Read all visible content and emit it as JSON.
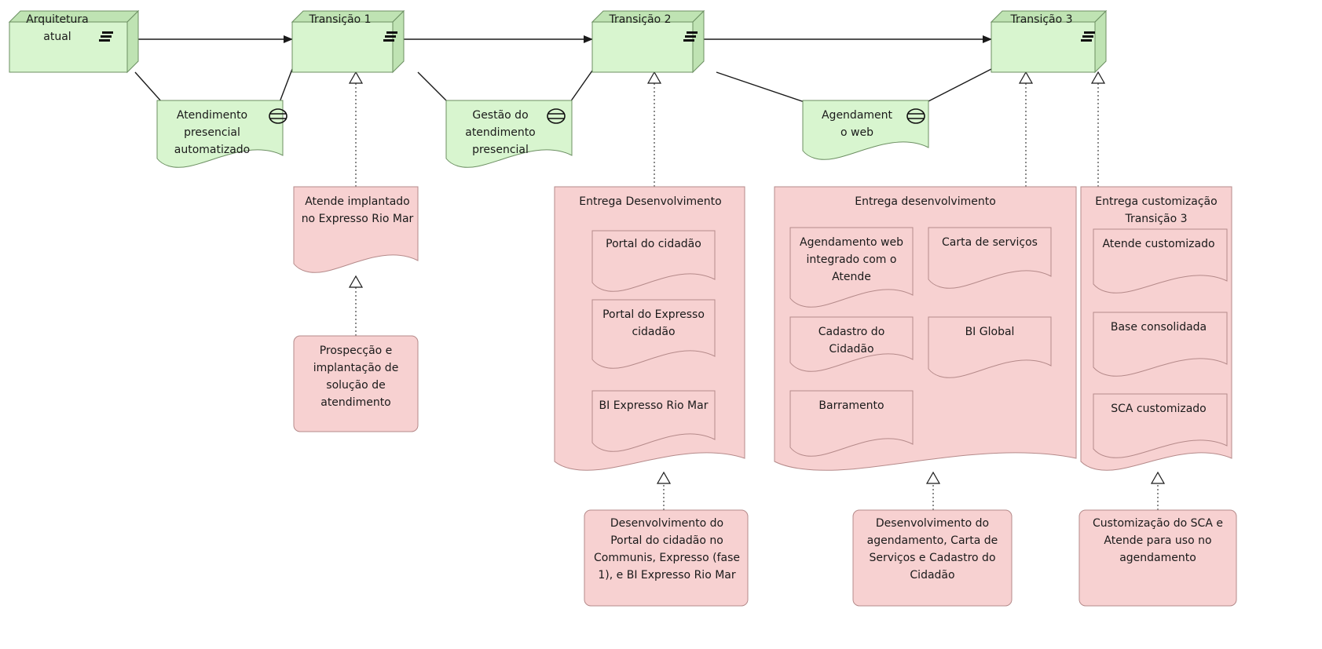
{
  "plateaus": [
    {
      "id": "arquitetura-atual",
      "text": "Arquitetura\natual"
    },
    {
      "id": "transicao-1",
      "text": "Transição 1"
    },
    {
      "id": "transicao-2",
      "text": "Transição 2"
    },
    {
      "id": "transicao-3",
      "text": "Transição 3"
    }
  ],
  "gaps": [
    {
      "id": "atendimento-presencial",
      "text": "Atendimento\npresencial\nautomatizado"
    },
    {
      "id": "gestao-atendimento",
      "text": "Gestão do\natendimento\npresencial"
    },
    {
      "id": "agendamento-web",
      "text": "Agendament\no web"
    }
  ],
  "deliverables": [
    {
      "id": "atende-implantado",
      "text": "Atende implantado\nno Expresso Rio Mar"
    },
    {
      "id": "entrega-desenvolvimento-1",
      "text": "Entrega Desenvolvimento"
    },
    {
      "id": "entrega-desenvolvimento-2",
      "text": "Entrega desenvolvimento"
    },
    {
      "id": "entrega-customizacao",
      "text": "Entrega customização\nTransição 3"
    },
    {
      "id": "portal-cidadao",
      "text": "Portal do cidadão"
    },
    {
      "id": "portal-expresso-cidadao",
      "text": "Portal do Expresso\ncidadão"
    },
    {
      "id": "bi-expresso-rio-mar",
      "text": "BI Expresso Rio Mar"
    },
    {
      "id": "agendamento-web-integrado",
      "text": "Agendamento web\nintegrado com o\nAtende"
    },
    {
      "id": "carta-servicos",
      "text": "Carta de serviços"
    },
    {
      "id": "cadastro-cidadao",
      "text": "Cadastro do\nCidadão"
    },
    {
      "id": "bi-global",
      "text": "BI Global"
    },
    {
      "id": "barramento",
      "text": "Barramento"
    },
    {
      "id": "atende-customizado",
      "text": "Atende customizado"
    },
    {
      "id": "base-consolidada",
      "text": "Base consolidada"
    },
    {
      "id": "sca-customizado",
      "text": "SCA customizado"
    }
  ],
  "work_packages": [
    {
      "id": "prospeccao",
      "text": "Prospecção e\nimplantação de\nsolução de\natendimento"
    },
    {
      "id": "desenvolvimento-portal",
      "text": "Desenvolvimento do\nPortal do cidadão no\nCommunis, Expresso (fase\n1), e BI Expresso Rio Mar"
    },
    {
      "id": "desenvolvimento-agendamento",
      "text": "Desenvolvimento do\nagendamento, Carta de\nServiços e Cadastro do\nCidadão"
    },
    {
      "id": "customizacao-sca",
      "text": "Customização do SCA e\nAtende para uso no\nagendamento"
    }
  ],
  "colors": {
    "plateau_fill": "#d8f5cf",
    "plateau_side": "#bfe3b3",
    "plateau_stroke": "#6c8f62",
    "gap_fill": "#d8f5cf",
    "deliverable_fill": "#f7d1d1",
    "deliverable_stroke": "#b58a8a",
    "work_package_fill": "#f7d1d1",
    "line": "#1a1a1a"
  },
  "icons": {
    "plateau": "plateau-icon",
    "gap": "gap-icon"
  }
}
